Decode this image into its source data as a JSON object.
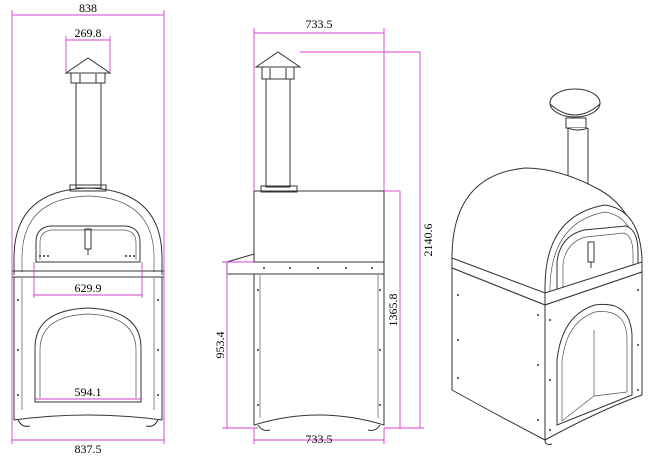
{
  "colors": {
    "dimension_line": "#d43fd4",
    "outline": "#333333",
    "background": "#ffffff"
  },
  "front_view": {
    "total_width": "838",
    "chimney_width": "269.8",
    "opening_width": "629.9",
    "base_opening_width": "594.1",
    "base_width": "837.5"
  },
  "side_view": {
    "top_depth": "733.5",
    "bottom_depth": "733.5",
    "total_height": "2140.6",
    "top_height": "1365.8",
    "stand_height": "953.4"
  },
  "iso_view": {}
}
